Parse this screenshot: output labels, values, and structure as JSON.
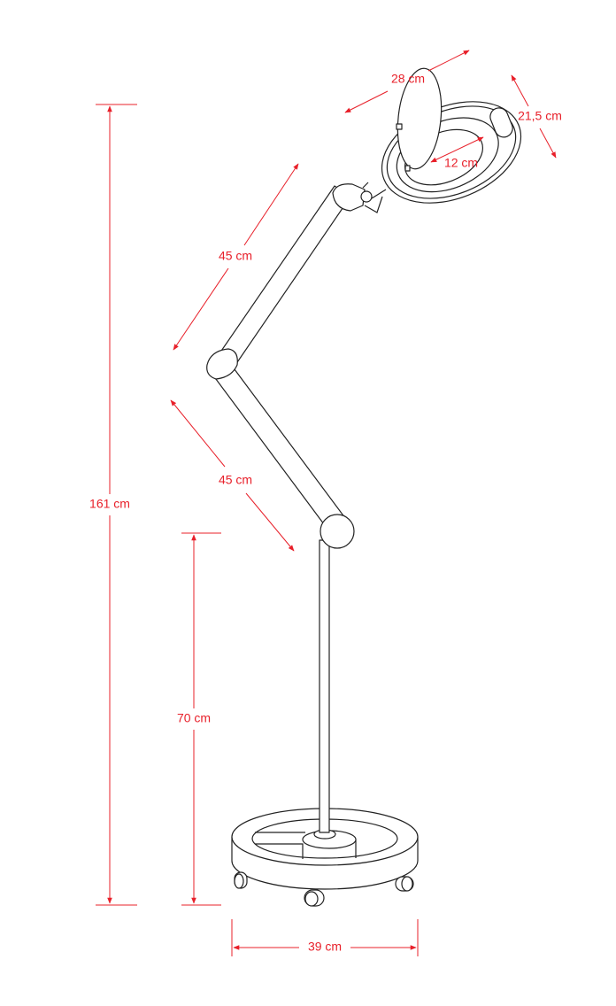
{
  "colors": {
    "dimension": "#e8202a",
    "outline": "#222222"
  },
  "dimensions": {
    "total_height": "161 cm",
    "pole_height": "70 cm",
    "base_diameter": "39 cm",
    "upper_arm": "45 cm",
    "lower_arm": "45 cm",
    "head_length": "28 cm",
    "head_width": "21,5 cm",
    "lens_diameter": "12 cm"
  }
}
